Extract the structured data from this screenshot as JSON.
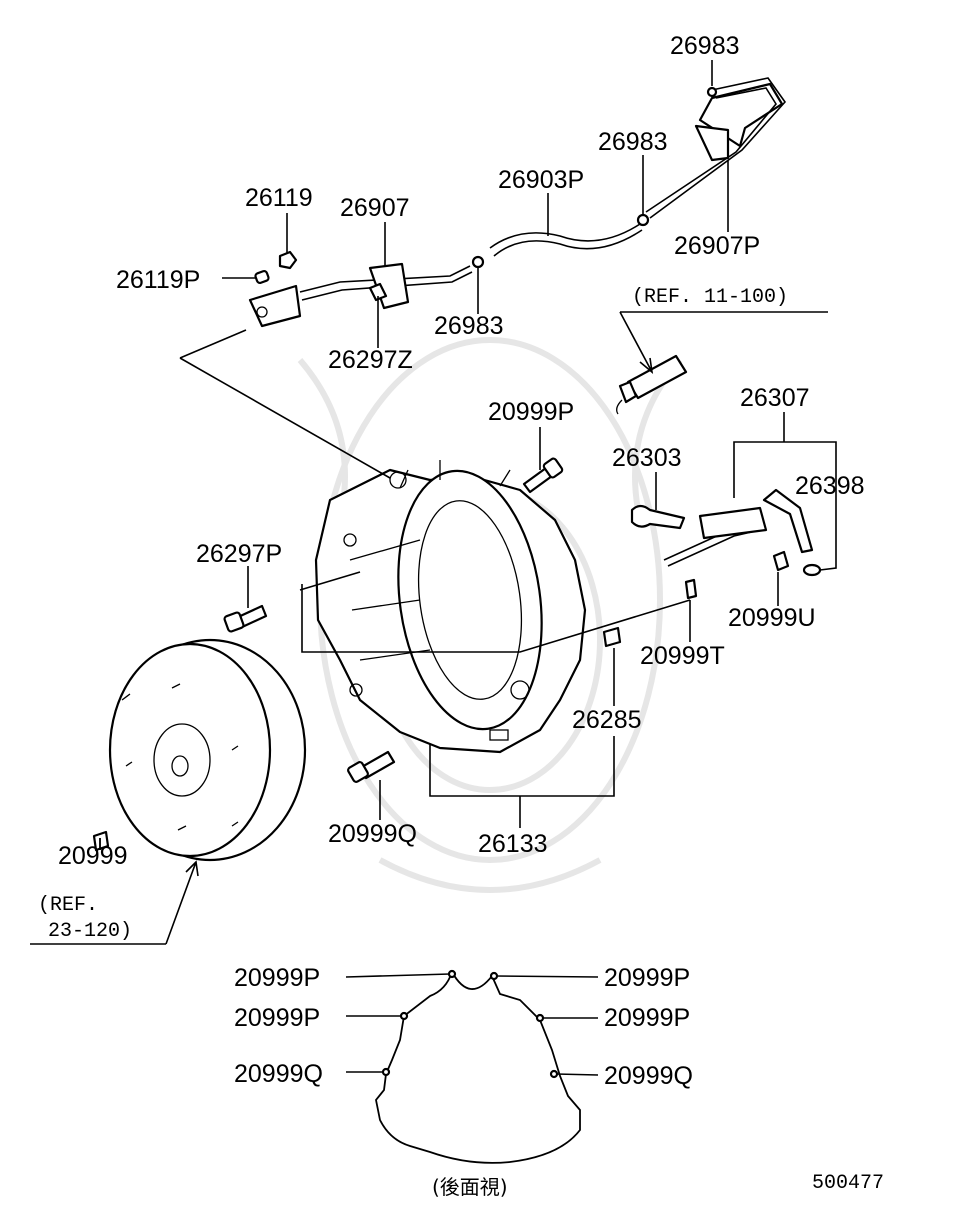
{
  "diagram": {
    "drawing_number": "500477",
    "rear_view_caption": "(後面視)",
    "ref_tube": "(REF. 11-100)",
    "ref_converter_line1": "(REF.",
    "ref_converter_line2": "23-120)",
    "parts": {
      "p26983_top": "26983",
      "p26983_mid": "26983",
      "p26983_low": "26983",
      "p26903P": "26903P",
      "p26907P": "26907P",
      "p26119": "26119",
      "p26907": "26907",
      "p26119P": "26119P",
      "p26297Z": "26297Z",
      "p20999P_bolt": "20999P",
      "p26307": "26307",
      "p26303": "26303",
      "p26398": "26398",
      "p20999U": "20999U",
      "p20999T": "20999T",
      "p26297P": "26297P",
      "p26285": "26285",
      "p26133": "26133",
      "p20999Q_bolt": "20999Q",
      "p20999": "20999"
    },
    "rear_view_labels": {
      "left_p1": "20999P",
      "left_p2": "20999P",
      "left_q": "20999Q",
      "right_p1": "20999P",
      "right_p2": "20999P",
      "right_q": "20999Q"
    }
  }
}
